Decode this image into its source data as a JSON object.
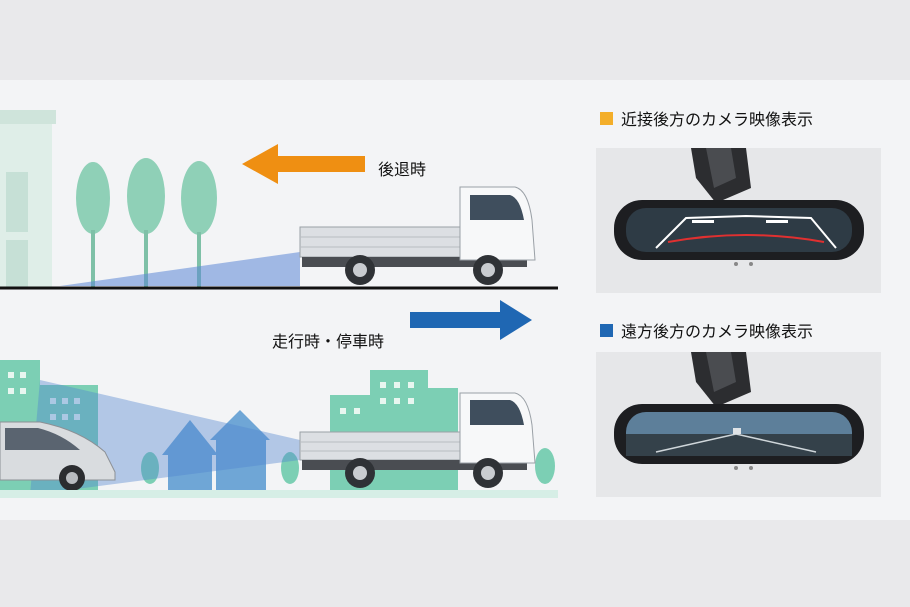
{
  "top_scene": {
    "direction_label": "後退時",
    "arrow_color": "#ef8f12"
  },
  "bottom_scene": {
    "direction_label": "走行時・停車時",
    "arrow_color": "#1f67b3"
  },
  "legend_near": {
    "text": "近接後方のカメラ映像表示",
    "color": "#f3ae2a"
  },
  "legend_far": {
    "text": "遠方後方のカメラ映像表示",
    "color": "#1f67b3"
  }
}
